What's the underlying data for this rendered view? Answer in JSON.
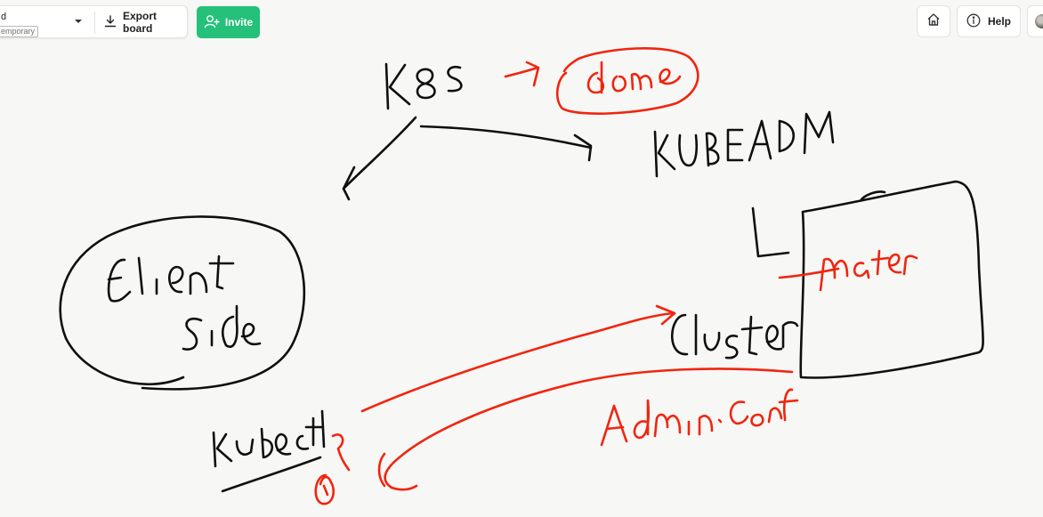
{
  "header": {
    "board_name": "d",
    "board_badge": "emporary",
    "export_label": "Export board",
    "invite_label": "Invite",
    "help_label": "Help"
  },
  "icons": {
    "caret": "chevron-down-icon",
    "export": "download-icon",
    "invite": "user-plus-icon",
    "home": "home-icon",
    "help": "info-icon",
    "avatar": "avatar"
  },
  "colors": {
    "invite_green": "#25c07a",
    "ink_black": "#0f0f0f",
    "ink_red": "#f0250f",
    "canvas_bg": "#f7f7f5"
  }
}
